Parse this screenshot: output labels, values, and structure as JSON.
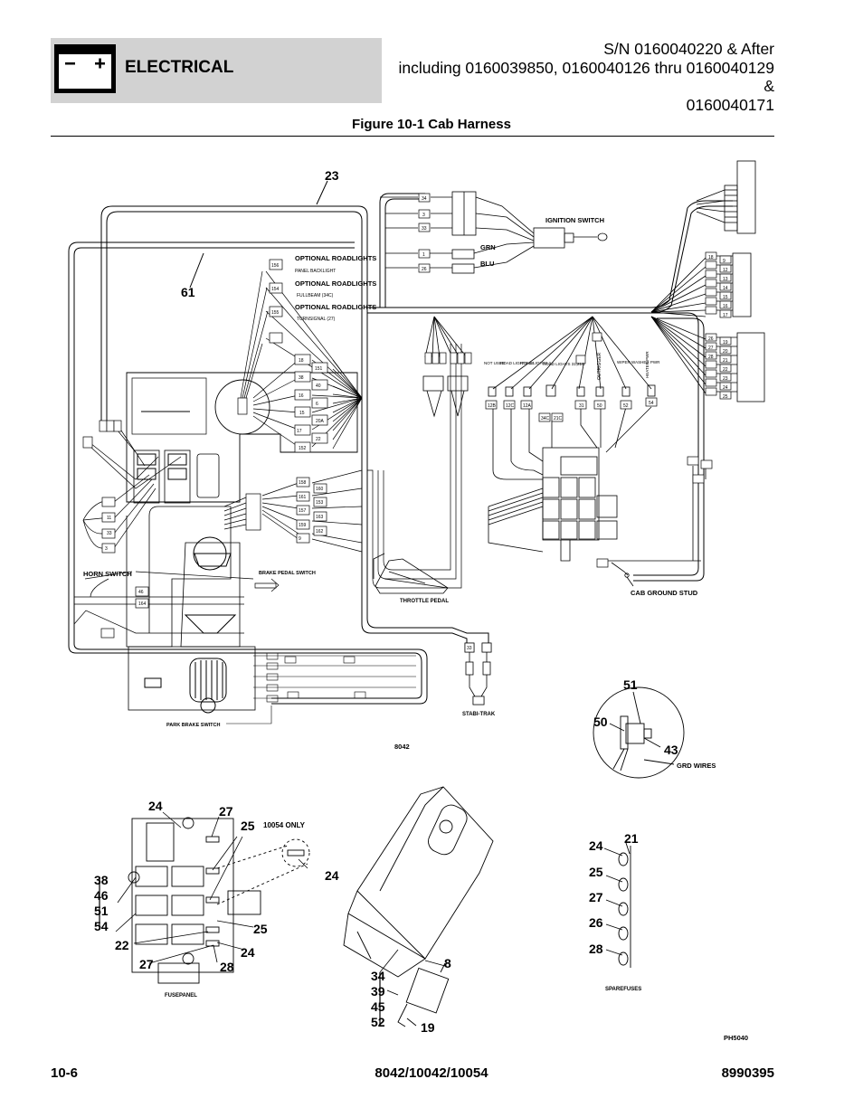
{
  "header": {
    "section": "ELECTRICAL",
    "serial_lines": [
      "S/N 0160040220 & After",
      "including 0160039850, 0160040126 thru 0160040129 &",
      "0160040171"
    ]
  },
  "figure_title": "Figure 10-1 Cab Harness",
  "diagram": {
    "labels": {
      "ignition_switch": "IGNITION SWITCH",
      "grn": "GRN",
      "blu": "BLU",
      "optional_roadlights": "OPTIONAL ROADLIGHTS",
      "panel": "PANEL",
      "backlight": "BACKLIGHT",
      "fulbeam": "FULLBEAM (34C)",
      "turnsignal": "TURNSIGNAL (27)",
      "horn_switch": "HORN SWITCH",
      "brake_pedal_switch": "BRAKE PEDAL SWITCH",
      "throttle_pedal": "THROTTLE PEDAL",
      "park_brake_switch": "PARK BRAKE SWITCH",
      "stabi_trak": "STABI-TRAK",
      "cab_ground_stud": "CAB GROUND STUD",
      "model_tag": "8042",
      "grd_wires": "GRD WIRES",
      "only_10054": "10054 ONLY",
      "fusepanel": "FUSEPANEL",
      "sparefuses": "SPAREFUSES",
      "photo_id": "PH5040",
      "not_used": "NOT USED",
      "road_lights_32": "ROAD LIGHTS 32",
      "road_lights_1": "ROAD LIGHTS 1",
      "road_lights_3121c": "ROAD LIGHTS 31,21C",
      "outrigger": "OUTRIGGER",
      "wiper_washer_pwr": "WIPER WASHER PWR",
      "heater_pwr": "HEATER PWR"
    },
    "callouts": {
      "c23": "23",
      "c61": "61",
      "c51": "51",
      "c50": "50",
      "c43": "43",
      "c24a": "24",
      "c27a": "27",
      "c25a": "25",
      "c24b": "24",
      "c38": "38",
      "c46": "46",
      "c51b": "51",
      "c54": "54",
      "c22": "22",
      "c27b": "27",
      "c28": "28",
      "c25b": "25",
      "c24c": "24",
      "c8": "8",
      "c34": "34",
      "c39": "39",
      "c45": "45",
      "c52": "52",
      "c19": "19",
      "c24d": "24",
      "c21": "21",
      "c25c": "25",
      "c27c": "27",
      "c26": "26",
      "c28b": "28"
    },
    "left_tags": [
      "156",
      "154",
      "155",
      "18",
      "151",
      "38",
      "40",
      "16",
      "6",
      "15",
      "20A",
      "17",
      "22",
      "152",
      "158",
      "160",
      "161",
      "153",
      "157",
      "163",
      "159",
      "162",
      "9",
      "11",
      "3",
      "33",
      "46",
      "164"
    ],
    "top_tags": [
      "34",
      "3",
      "33",
      "1",
      "26"
    ],
    "right_top_tags": [
      "9",
      "12",
      "13",
      "14",
      "15",
      "16",
      "17",
      "18"
    ],
    "right_mid_tags": [
      "19",
      "20",
      "21",
      "22",
      "23",
      "24",
      "25",
      "26",
      "27",
      "28"
    ],
    "fuse_tags": [
      "12B",
      "12C",
      "12A",
      "31",
      "50",
      "52",
      "54",
      "34C",
      "21C",
      "33"
    ]
  },
  "footer": {
    "page": "10-6",
    "models": "8042/10042/10054",
    "doc": "8990395"
  }
}
